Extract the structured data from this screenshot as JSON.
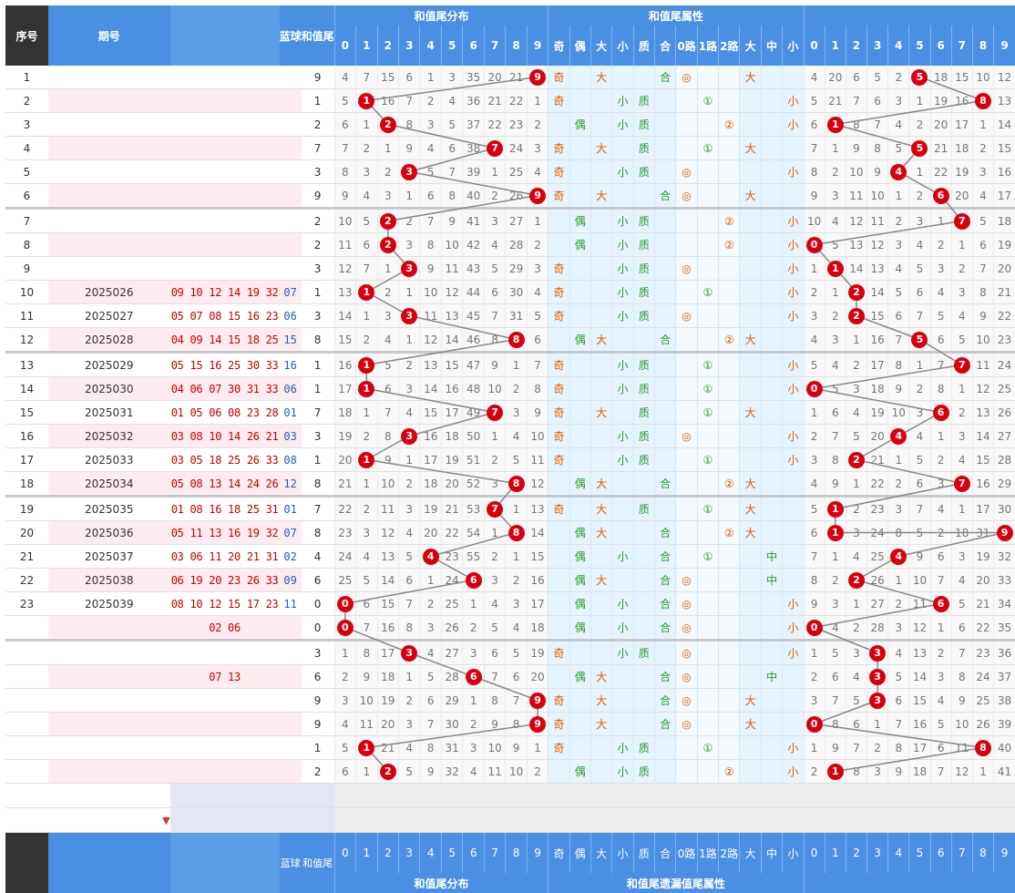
{
  "header": {
    "seq_label": "序号",
    "issue_label": "期号",
    "blue_label": "蓝球",
    "sum_label": "和值尾",
    "dist_section": "和值尾分布",
    "attr_section": "和值尾属性",
    "digits": [
      "0",
      "1",
      "2",
      "3",
      "4",
      "5",
      "6",
      "7",
      "8",
      "9"
    ],
    "attr_cols": [
      "奇",
      "偶",
      "大",
      "小",
      "质",
      "合",
      "0路",
      "1路",
      "2路",
      "大",
      "中",
      "小"
    ]
  },
  "footer": {
    "blue_label": "蓝球",
    "sum_label": "和值尾",
    "dist_section": "和值尾分布",
    "attr_section": "和值尾遗漏值尾属性"
  },
  "rows": [
    {
      "seq": "1",
      "issue": "",
      "nums": "",
      "blue": "",
      "sum": 9,
      "dist": [
        4,
        7,
        15,
        6,
        1,
        3,
        35,
        20,
        21,
        null
      ],
      "attr": [
        "奇",
        "",
        "大",
        "",
        "",
        "合",
        "◎",
        "",
        "",
        "大",
        "",
        ""
      ],
      "mis": [
        4,
        20,
        6,
        5,
        2,
        null,
        18,
        15,
        10,
        12
      ],
      "misBall": 5
    },
    {
      "seq": "2",
      "issue": "",
      "nums": "",
      "blue": "",
      "sum": 1,
      "dist": [
        5,
        null,
        16,
        7,
        2,
        4,
        36,
        21,
        22,
        1
      ],
      "attr": [
        "奇",
        "",
        "",
        "小",
        "质",
        "",
        "",
        "①",
        "",
        "",
        "",
        "小"
      ],
      "mis": [
        5,
        21,
        7,
        6,
        3,
        1,
        19,
        16,
        null,
        13
      ],
      "misBall": 8
    },
    {
      "seq": "3",
      "issue": "",
      "nums": "",
      "blue": "",
      "sum": 2,
      "dist": [
        6,
        1,
        null,
        8,
        3,
        5,
        37,
        22,
        23,
        2
      ],
      "attr": [
        "",
        "偶",
        "",
        "小",
        "质",
        "",
        "",
        "",
        "②",
        "",
        "",
        "小"
      ],
      "mis": [
        6,
        null,
        8,
        7,
        4,
        2,
        20,
        17,
        1,
        14
      ],
      "misBall": 1
    },
    {
      "seq": "4",
      "issue": "",
      "nums": "",
      "blue": "",
      "sum": 7,
      "dist": [
        7,
        2,
        1,
        9,
        4,
        6,
        38,
        null,
        24,
        3
      ],
      "attr": [
        "奇",
        "",
        "大",
        "",
        "质",
        "",
        "",
        "①",
        "",
        "大",
        "",
        ""
      ],
      "mis": [
        7,
        1,
        9,
        8,
        5,
        null,
        21,
        18,
        2,
        15
      ],
      "misBall": 5
    },
    {
      "seq": "5",
      "issue": "",
      "nums": "",
      "blue": "",
      "sum": 3,
      "dist": [
        8,
        3,
        2,
        null,
        5,
        7,
        39,
        1,
        25,
        4
      ],
      "attr": [
        "奇",
        "",
        "",
        "小",
        "质",
        "",
        "◎",
        "",
        "",
        "",
        "",
        "小"
      ],
      "mis": [
        8,
        2,
        10,
        9,
        null,
        1,
        22,
        19,
        3,
        16
      ],
      "misBall": 4
    },
    {
      "seq": "6",
      "issue": "",
      "nums": "",
      "blue": "",
      "sum": 9,
      "dist": [
        9,
        4,
        3,
        1,
        6,
        8,
        40,
        2,
        26,
        null
      ],
      "attr": [
        "奇",
        "",
        "大",
        "",
        "",
        "合",
        "◎",
        "",
        "",
        "大",
        "",
        ""
      ],
      "mis": [
        9,
        3,
        11,
        10,
        1,
        2,
        null,
        20,
        4,
        17
      ],
      "misBall": 6
    },
    {
      "seq": "7",
      "issue": "",
      "nums": "",
      "blue": "",
      "sum": 2,
      "dist": [
        10,
        5,
        null,
        2,
        7,
        9,
        41,
        3,
        27,
        1
      ],
      "attr": [
        "",
        "偶",
        "",
        "小",
        "质",
        "",
        "",
        "",
        "②",
        "",
        "",
        "小"
      ],
      "mis": [
        10,
        4,
        12,
        11,
        2,
        3,
        1,
        null,
        5,
        18
      ],
      "misBall": 7,
      "sep": true
    },
    {
      "seq": "8",
      "issue": "",
      "nums": "",
      "blue": "",
      "sum": 2,
      "dist": [
        11,
        6,
        null,
        3,
        8,
        10,
        42,
        4,
        28,
        2
      ],
      "attr": [
        "",
        "偶",
        "",
        "小",
        "质",
        "",
        "",
        "",
        "②",
        "",
        "",
        "小"
      ],
      "mis": [
        null,
        5,
        13,
        12,
        3,
        4,
        2,
        1,
        6,
        19
      ],
      "misBall": 0
    },
    {
      "seq": "9",
      "issue": "",
      "nums": "",
      "blue": "",
      "sum": 3,
      "dist": [
        12,
        7,
        1,
        null,
        9,
        11,
        43,
        5,
        29,
        3
      ],
      "attr": [
        "奇",
        "",
        "",
        "小",
        "质",
        "",
        "◎",
        "",
        "",
        "",
        "",
        "小"
      ],
      "mis": [
        1,
        null,
        14,
        13,
        4,
        5,
        3,
        2,
        7,
        20
      ],
      "misBall": 1
    },
    {
      "seq": "10",
      "issue": "2025026",
      "nums": "09 10 12 14 19 32",
      "blue": "07",
      "sum": 1,
      "dist": [
        13,
        null,
        2,
        1,
        10,
        12,
        44,
        6,
        30,
        4
      ],
      "attr": [
        "奇",
        "",
        "",
        "小",
        "质",
        "",
        "",
        "①",
        "",
        "",
        "",
        "小"
      ],
      "mis": [
        2,
        1,
        null,
        14,
        5,
        6,
        4,
        3,
        8,
        21
      ],
      "misBall": 2
    },
    {
      "seq": "11",
      "issue": "2025027",
      "nums": "05 07 08 15 16 23",
      "blue": "06",
      "sum": 3,
      "dist": [
        14,
        1,
        3,
        null,
        11,
        13,
        45,
        7,
        31,
        5
      ],
      "attr": [
        "奇",
        "",
        "",
        "小",
        "质",
        "",
        "◎",
        "",
        "",
        "",
        "",
        "小"
      ],
      "mis": [
        3,
        2,
        null,
        15,
        6,
        7,
        5,
        4,
        9,
        22
      ],
      "misBall": 2
    },
    {
      "seq": "12",
      "issue": "2025028",
      "nums": "04 09 14 15 18 25",
      "blue": "15",
      "sum": 8,
      "dist": [
        15,
        2,
        4,
        1,
        12,
        14,
        46,
        8,
        null,
        6
      ],
      "attr": [
        "",
        "偶",
        "大",
        "",
        "",
        "合",
        "",
        "",
        "②",
        "大",
        "",
        ""
      ],
      "mis": [
        4,
        3,
        1,
        16,
        7,
        null,
        6,
        5,
        10,
        23
      ],
      "misBall": 5
    },
    {
      "seq": "13",
      "issue": "2025029",
      "nums": "05 15 16 25 30 33",
      "blue": "16",
      "sum": 1,
      "dist": [
        16,
        null,
        5,
        2,
        13,
        15,
        47,
        9,
        1,
        7
      ],
      "attr": [
        "奇",
        "",
        "",
        "小",
        "质",
        "",
        "",
        "①",
        "",
        "",
        "",
        "小"
      ],
      "mis": [
        5,
        4,
        2,
        17,
        8,
        1,
        7,
        null,
        11,
        24
      ],
      "misBall": 7,
      "sep": true
    },
    {
      "seq": "14",
      "issue": "2025030",
      "nums": "04 06 07 30 31 33",
      "blue": "06",
      "sum": 1,
      "dist": [
        17,
        null,
        6,
        3,
        14,
        16,
        48,
        10,
        2,
        8
      ],
      "attr": [
        "奇",
        "",
        "",
        "小",
        "质",
        "",
        "",
        "①",
        "",
        "",
        "",
        "小"
      ],
      "mis": [
        null,
        5,
        3,
        18,
        9,
        2,
        8,
        1,
        12,
        25
      ],
      "misBall": 0
    },
    {
      "seq": "15",
      "issue": "2025031",
      "nums": "01 05 06 08 23 28",
      "blue": "01",
      "sum": 7,
      "dist": [
        18,
        1,
        7,
        4,
        15,
        17,
        49,
        null,
        3,
        9
      ],
      "attr": [
        "奇",
        "",
        "大",
        "",
        "质",
        "",
        "",
        "①",
        "",
        "大",
        "",
        ""
      ],
      "mis": [
        1,
        6,
        4,
        19,
        10,
        3,
        null,
        2,
        13,
        26
      ],
      "misBall": 6
    },
    {
      "seq": "16",
      "issue": "2025032",
      "nums": "03 08 10 14 26 21",
      "blue": "03",
      "sum": 3,
      "dist": [
        19,
        2,
        8,
        null,
        16,
        18,
        50,
        1,
        4,
        10
      ],
      "attr": [
        "奇",
        "",
        "",
        "小",
        "质",
        "",
        "◎",
        "",
        "",
        "",
        "",
        "小"
      ],
      "mis": [
        2,
        7,
        5,
        20,
        null,
        4,
        1,
        3,
        14,
        27
      ],
      "misBall": 4
    },
    {
      "seq": "17",
      "issue": "2025033",
      "nums": "03 05 18 25 26 33",
      "blue": "08",
      "sum": 1,
      "dist": [
        20,
        null,
        9,
        1,
        17,
        19,
        51,
        2,
        5,
        11
      ],
      "attr": [
        "奇",
        "",
        "",
        "小",
        "质",
        "",
        "",
        "①",
        "",
        "",
        "",
        "小"
      ],
      "mis": [
        3,
        8,
        null,
        21,
        1,
        5,
        2,
        4,
        15,
        28
      ],
      "misBall": 2
    },
    {
      "seq": "18",
      "issue": "2025034",
      "nums": "05 08 13 14 24 26",
      "blue": "12",
      "sum": 8,
      "dist": [
        21,
        1,
        10,
        2,
        18,
        20,
        52,
        3,
        null,
        12
      ],
      "attr": [
        "",
        "偶",
        "大",
        "",
        "",
        "合",
        "",
        "",
        "②",
        "大",
        "",
        ""
      ],
      "mis": [
        4,
        9,
        1,
        22,
        2,
        6,
        3,
        null,
        16,
        29
      ],
      "misBall": 7
    },
    {
      "seq": "19",
      "issue": "2025035",
      "nums": "01 08 16 18 25 31",
      "blue": "01",
      "sum": 7,
      "dist": [
        22,
        2,
        11,
        3,
        19,
        21,
        53,
        null,
        1,
        13
      ],
      "attr": [
        "奇",
        "",
        "大",
        "",
        "质",
        "",
        "",
        "①",
        "",
        "大",
        "",
        ""
      ],
      "mis": [
        5,
        null,
        2,
        23,
        3,
        7,
        4,
        1,
        17,
        30
      ],
      "misBall": 1,
      "sep": true
    },
    {
      "seq": "20",
      "issue": "2025036",
      "nums": "05 11 13 16 19 32",
      "blue": "07",
      "sum": 8,
      "dist": [
        23,
        3,
        12,
        4,
        20,
        22,
        54,
        1,
        null,
        14
      ],
      "attr": [
        "",
        "偶",
        "大",
        "",
        "",
        "合",
        "",
        "",
        "②",
        "大",
        "",
        ""
      ],
      "mis": [
        6,
        null,
        3,
        24,
        8,
        5,
        2,
        18,
        31,
        null
      ],
      "misBall": 1
    },
    {
      "seq": "21",
      "issue": "2025037",
      "nums": "03 06 11 20 21 31",
      "blue": "02",
      "sum": 4,
      "dist": [
        24,
        4,
        13,
        5,
        null,
        23,
        55,
        2,
        1,
        15
      ],
      "attr": [
        "",
        "偶",
        "",
        "小",
        "",
        "合",
        "",
        "①",
        "",
        "",
        "中",
        ""
      ],
      "mis": [
        7,
        1,
        4,
        25,
        null,
        9,
        6,
        3,
        19,
        32
      ],
      "misBall": 4
    },
    {
      "seq": "22",
      "issue": "2025038",
      "nums": "06 19 20 23 26 33",
      "blue": "09",
      "sum": 6,
      "dist": [
        25,
        5,
        14,
        6,
        1,
        24,
        null,
        3,
        2,
        16
      ],
      "attr": [
        "",
        "偶",
        "大",
        "",
        "",
        "合",
        "◎",
        "",
        "",
        "",
        "中",
        ""
      ],
      "mis": [
        8,
        2,
        null,
        26,
        1,
        10,
        7,
        4,
        20,
        33
      ],
      "misBall": 2
    },
    {
      "seq": "23",
      "issue": "2025039",
      "nums": "08 10 12 15 17 23",
      "blue": "11",
      "sum": 0,
      "dist": [
        null,
        6,
        15,
        7,
        2,
        25,
        1,
        4,
        3,
        17
      ],
      "attr": [
        "",
        "偶",
        "",
        "小",
        "",
        "合",
        "◎",
        "",
        "",
        "",
        "",
        "小"
      ],
      "mis": [
        9,
        3,
        1,
        27,
        2,
        11,
        null,
        5,
        21,
        34
      ],
      "misBall": 6
    },
    {
      "seq": "",
      "issue": "",
      "nums": "02 06",
      "blue": "",
      "sum": 0,
      "dist": [
        null,
        7,
        16,
        8,
        3,
        26,
        2,
        5,
        4,
        18
      ],
      "attr": [
        "",
        "偶",
        "",
        "小",
        "",
        "合",
        "◎",
        "",
        "",
        "",
        "",
        "小"
      ],
      "mis": [
        null,
        4,
        2,
        28,
        3,
        12,
        1,
        6,
        22,
        35
      ],
      "misBall": 0
    },
    {
      "seq": "",
      "issue": "",
      "nums": "",
      "blue": "",
      "sum": 3,
      "dist": [
        1,
        8,
        17,
        null,
        4,
        27,
        3,
        6,
        5,
        19
      ],
      "attr": [
        "奇",
        "",
        "",
        "小",
        "质",
        "",
        "◎",
        "",
        "",
        "",
        "",
        "小"
      ],
      "mis": [
        1,
        5,
        3,
        null,
        4,
        13,
        2,
        7,
        23,
        36
      ],
      "misBall": 3,
      "sep": true
    },
    {
      "seq": "",
      "issue": "",
      "nums": "07 13",
      "blue": "",
      "sum": 6,
      "dist": [
        2,
        9,
        18,
        1,
        5,
        28,
        null,
        7,
        6,
        20
      ],
      "attr": [
        "",
        "偶",
        "大",
        "",
        "",
        "合",
        "◎",
        "",
        "",
        "",
        "中",
        ""
      ],
      "mis": [
        2,
        6,
        4,
        null,
        5,
        14,
        3,
        8,
        24,
        37
      ],
      "misBall": 3
    },
    {
      "seq": "",
      "issue": "",
      "nums": "",
      "blue": "",
      "sum": 9,
      "dist": [
        3,
        10,
        19,
        2,
        6,
        29,
        1,
        8,
        7,
        null
      ],
      "attr": [
        "奇",
        "",
        "大",
        "",
        "",
        "合",
        "◎",
        "",
        "",
        "大",
        "",
        ""
      ],
      "mis": [
        3,
        7,
        5,
        null,
        6,
        15,
        4,
        9,
        25,
        38
      ],
      "misBall": 3
    },
    {
      "seq": "",
      "issue": "",
      "nums": "",
      "blue": "",
      "sum": 9,
      "dist": [
        4,
        11,
        20,
        3,
        7,
        30,
        2,
        9,
        8,
        null
      ],
      "attr": [
        "奇",
        "",
        "大",
        "",
        "",
        "合",
        "◎",
        "",
        "",
        "大",
        "",
        ""
      ],
      "mis": [
        null,
        8,
        6,
        1,
        7,
        16,
        5,
        10,
        26,
        39
      ],
      "misBall": 0
    },
    {
      "seq": "",
      "issue": "",
      "nums": "",
      "blue": "",
      "sum": 1,
      "dist": [
        5,
        null,
        21,
        4,
        8,
        31,
        3,
        10,
        9,
        1
      ],
      "attr": [
        "奇",
        "",
        "",
        "小",
        "质",
        "",
        "",
        "①",
        "",
        "",
        "",
        "小"
      ],
      "mis": [
        1,
        9,
        7,
        2,
        8,
        17,
        6,
        11,
        null,
        40
      ],
      "misBall": 8
    },
    {
      "seq": "",
      "issue": "",
      "nums": "",
      "blue": "",
      "sum": 2,
      "dist": [
        6,
        1,
        null,
        5,
        9,
        32,
        4,
        11,
        10,
        2
      ],
      "attr": [
        "",
        "偶",
        "",
        "小",
        "质",
        "",
        "",
        "",
        "②",
        "",
        "",
        "小"
      ],
      "mis": [
        2,
        null,
        8,
        3,
        9,
        18,
        7,
        12,
        1,
        41
      ],
      "misBall": 1
    }
  ]
}
